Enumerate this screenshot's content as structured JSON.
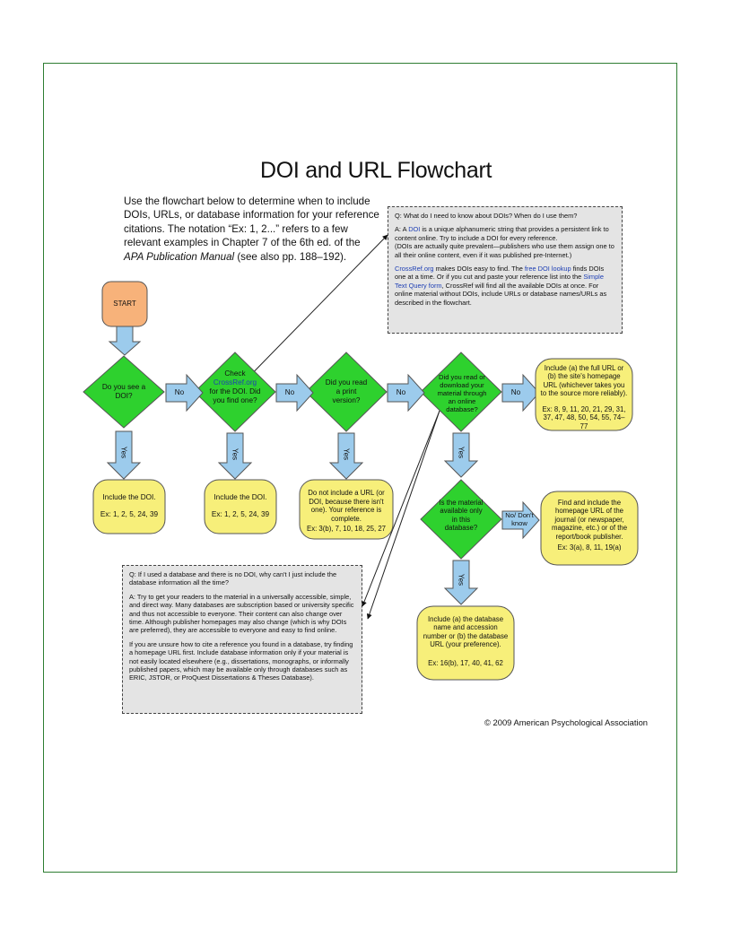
{
  "title": "DOI and URL Flowchart",
  "intro": {
    "part1": "Use the flowchart below to determine when to include DOIs, URLs, or database information for your reference citations. The notation “Ex: 1, 2...” refers to a few relevant examples in Chapter 7 of the 6th ed. of the ",
    "italic": "APA Publication Manual",
    "part2": " (see also pp. 188–192)."
  },
  "q_doi": {
    "question": "Q: What do I need to know about DOIs? When do I use them?",
    "a_prefix": "A: A ",
    "a_link": "DOI",
    "a_rest": " is a unique alphanumeric string that provides a persistent link to content online. Try to include a DOI for every reference.",
    "a_note": "(DOIs are actually quite prevalent—publishers who use them assign one to all their online content, even if it was published pre-Internet.)",
    "crossref_link": "CrossRef.org",
    "crossref_mid": " makes DOIs easy to find. The ",
    "lookup_link": "free DOI lookup",
    "lookup_rest": " finds DOIs one at a time. Or if you cut and paste your reference list into the ",
    "simple_link": "Simple Text Query form",
    "simple_rest": ", CrossRef will find all the available DOIs at once. For online material without DOIs, include URLs or database names/URLs as described in the flowchart."
  },
  "q_db": {
    "question": "Q: If I used a database and there is no DOI, why can't I just include the database information all the time?",
    "answer": "A: Try to get your readers to the material in a universally accessible, simple, and direct way. Many databases are subscription based or university specific and thus not accessible to everyone. Their content can also change over time. Although publisher homepages may also change (which is why DOIs are preferred), they are accessible to everyone and easy to find online.",
    "tip": "If you are unsure how to cite a reference you found in a database, try finding a homepage URL first. Include database information only if your material is not easily located elsewhere (e.g., dissertations, monographs, or informally published papers, which may be available only through databases such as ERIC, JSTOR, or ProQuest Dissertations & Theses Database)."
  },
  "start": "START",
  "decisions": {
    "see_doi": "Do you see a DOI?",
    "check_prefix": "Check",
    "check_link": "CrossRef.org",
    "check_rest": "for the DOI. Did you find one?",
    "print": "Did you read a print version?",
    "online": "Did you read or download your material through an online database?",
    "only_db": "Is the material available only in this database?"
  },
  "outcomes": {
    "doi1": {
      "text": "Include the DOI.",
      "ex": "Ex: 1, 2, 5, 24, 39"
    },
    "doi2": {
      "text": "Include the DOI.",
      "ex": "Ex: 1, 2, 5, 24, 39"
    },
    "print": {
      "text": "Do not include a URL (or DOI, because there isn't one). Your reference is complete.",
      "ex": "Ex: 3(b), 7, 10, 18, 25, 27"
    },
    "url": {
      "text": "Include (a) the full URL or (b) the site's homepage URL (whichever takes you to the source more reliably).",
      "ex": "Ex: 8, 9, 11, 20, 21, 29, 31, 37, 47, 48, 50, 54, 55, 74–77"
    },
    "journal": {
      "text": "Find and include the homepage URL of the journal (or newspaper, magazine, etc.) or of the report/book publisher.",
      "ex": "Ex: 3(a), 8, 11, 19(a)"
    },
    "dbname": {
      "text": "Include (a) the database name and accession number or (b) the database URL (your preference).",
      "ex": "Ex: 16(b), 17, 40, 41, 62"
    }
  },
  "arrows": {
    "no": "No",
    "yes": "Yes",
    "no_dont_know": "No/ Don't know"
  },
  "colors": {
    "start_fill": "#f7b27a",
    "decision_fill": "#2ed12e",
    "outcome_fill": "#f7ef7a",
    "arrow_fill": "#9ccbec",
    "frame": "#2e7d32",
    "link": "#1e3fb4",
    "note_fill": "#e4e4e4"
  },
  "copyright": "© 2009 American Psychological Association"
}
